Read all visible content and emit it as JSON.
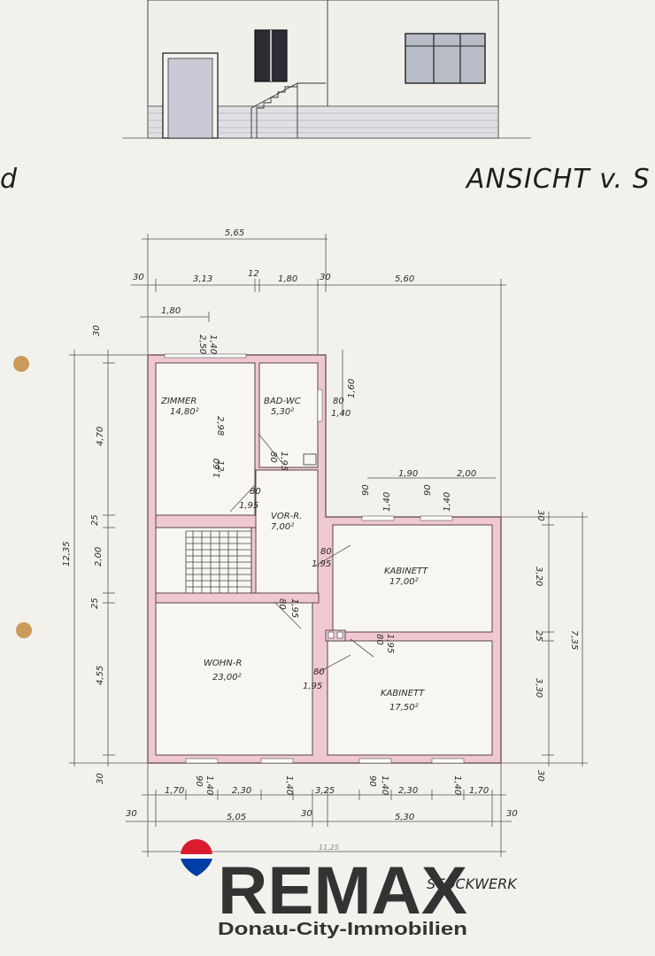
{
  "elevation": {
    "title": "ANSICHT v. S",
    "left_fragment": "d"
  },
  "plan": {
    "floor_label": "STOCKWERK",
    "overall_dims": {
      "width_total": "11,25",
      "left_width": "5,65",
      "left_height": "12,35",
      "right_height": "7,35"
    },
    "top_dims": [
      "30",
      "3,13",
      "12",
      "1,80",
      "30",
      "5,60"
    ],
    "top_small": [
      "1,80",
      "2,50",
      "1,40"
    ],
    "left_dims": [
      "30",
      "4,70",
      "25",
      "2,00",
      "25",
      "4,55",
      "30"
    ],
    "right_dims": [
      "30",
      "3,20",
      "25",
      "3,30",
      "30"
    ],
    "bottom_dims_1": [
      "1,70",
      "90",
      "1,40",
      "2,30",
      "1,40",
      "3,25",
      "90",
      "1,40",
      "2,30",
      "1,40",
      "1,70"
    ],
    "bottom_dims_2": [
      "30",
      "5,05",
      "30",
      "5,30",
      "30"
    ],
    "rooms": [
      {
        "name": "ZIMMER",
        "area": "14,80²"
      },
      {
        "name": "BAD-WC",
        "area": "5,30²"
      },
      {
        "name": "VOR-R.",
        "area": "7,00²"
      },
      {
        "name": "KABINETT",
        "area": "17,00²"
      },
      {
        "name": "WOHN-R",
        "area": "23,00²"
      },
      {
        "name": "KABINETT",
        "area": "17,50²"
      }
    ],
    "door_dims": {
      "zimmer": [
        "80",
        "1,95"
      ],
      "bad": [
        "80",
        "1,95"
      ],
      "bad_side": [
        "80",
        "1,40",
        "1,60"
      ],
      "kab1": [
        "80",
        "1,95"
      ],
      "kab2": [
        "80",
        "1,95"
      ],
      "wohn": [
        "80",
        "1,95"
      ],
      "wohn2": [
        "80",
        "1,95"
      ]
    },
    "window_dims": [
      "90",
      "1,40",
      "1,90",
      "90",
      "1,40",
      "2,00"
    ],
    "zimmer_inner": [
      "2,98",
      "1,60",
      "12"
    ]
  },
  "logo": {
    "brand": "REMAX",
    "tagline": "Donau-City-Immobilien",
    "colors": {
      "red": "#dc1c2e",
      "blue": "#003da5",
      "text": "#333333"
    }
  }
}
